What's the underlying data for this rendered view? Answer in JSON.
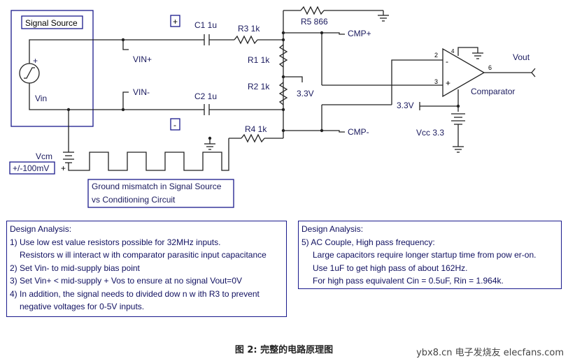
{
  "schematic": {
    "signal_source_label": "Signal Source",
    "vin_label": "Vin",
    "plus_marker": "+",
    "minus_marker": "-",
    "c1_label": "C1 1u",
    "c2_label": "C2 1u",
    "r1_label": "R1 1k",
    "r2_label": "R2 1k",
    "r3_label": "R3 1k",
    "r4_label": "R4 1k",
    "r5_label": "R5 866",
    "vin_plus_label": "VIN+",
    "vin_minus_label": "VIN-",
    "cmp_plus_label": "CMP+",
    "cmp_minus_label": "CMP-",
    "v33_label": "3.3V",
    "v33_left_label": "3.3V",
    "vcc_label": "Vcc 3.3",
    "vout_label": "Vout",
    "comparator_label": "Comparator",
    "pin2": "2",
    "pin3": "3",
    "pin6": "6",
    "pin4": "4",
    "vcm_label": "Vcm",
    "vcm_value": "+/-100mV",
    "vcm_plus": "+",
    "ground_mismatch_line1": "Ground mismatch in Signal Source",
    "ground_mismatch_line2": "vs Conditioning Circuit"
  },
  "design_left": {
    "title": "Design Analysis:",
    "lines": [
      "1) Use low est value resistors possible for 32MHz inputs.",
      "Resistors w ill interact w ith comparator parasitic input capacitance",
      "2) Set Vin- to mid-supply bias point",
      "3) Set Vin+ < mid-supply + Vos to ensure at no signal Vout=0V",
      "4) In addition, the signal needs to divided dow n w ith R3 to prevent",
      "negative voltages for 0-5V inputs."
    ]
  },
  "design_right": {
    "title": "Design Analysis:",
    "lines": [
      "5) AC Couple, High pass frequency:",
      "Large capacitors require longer startup time from pow er-on.",
      "Use 1uF to get high pass of about 162Hz.",
      "For high pass equivalent Cin = 0.5uF, Rin = 1.964k."
    ]
  },
  "caption": "图 2:   完整的电路原理图",
  "watermark": "ybx8.cn 电子发烧友 elecfans.com"
}
